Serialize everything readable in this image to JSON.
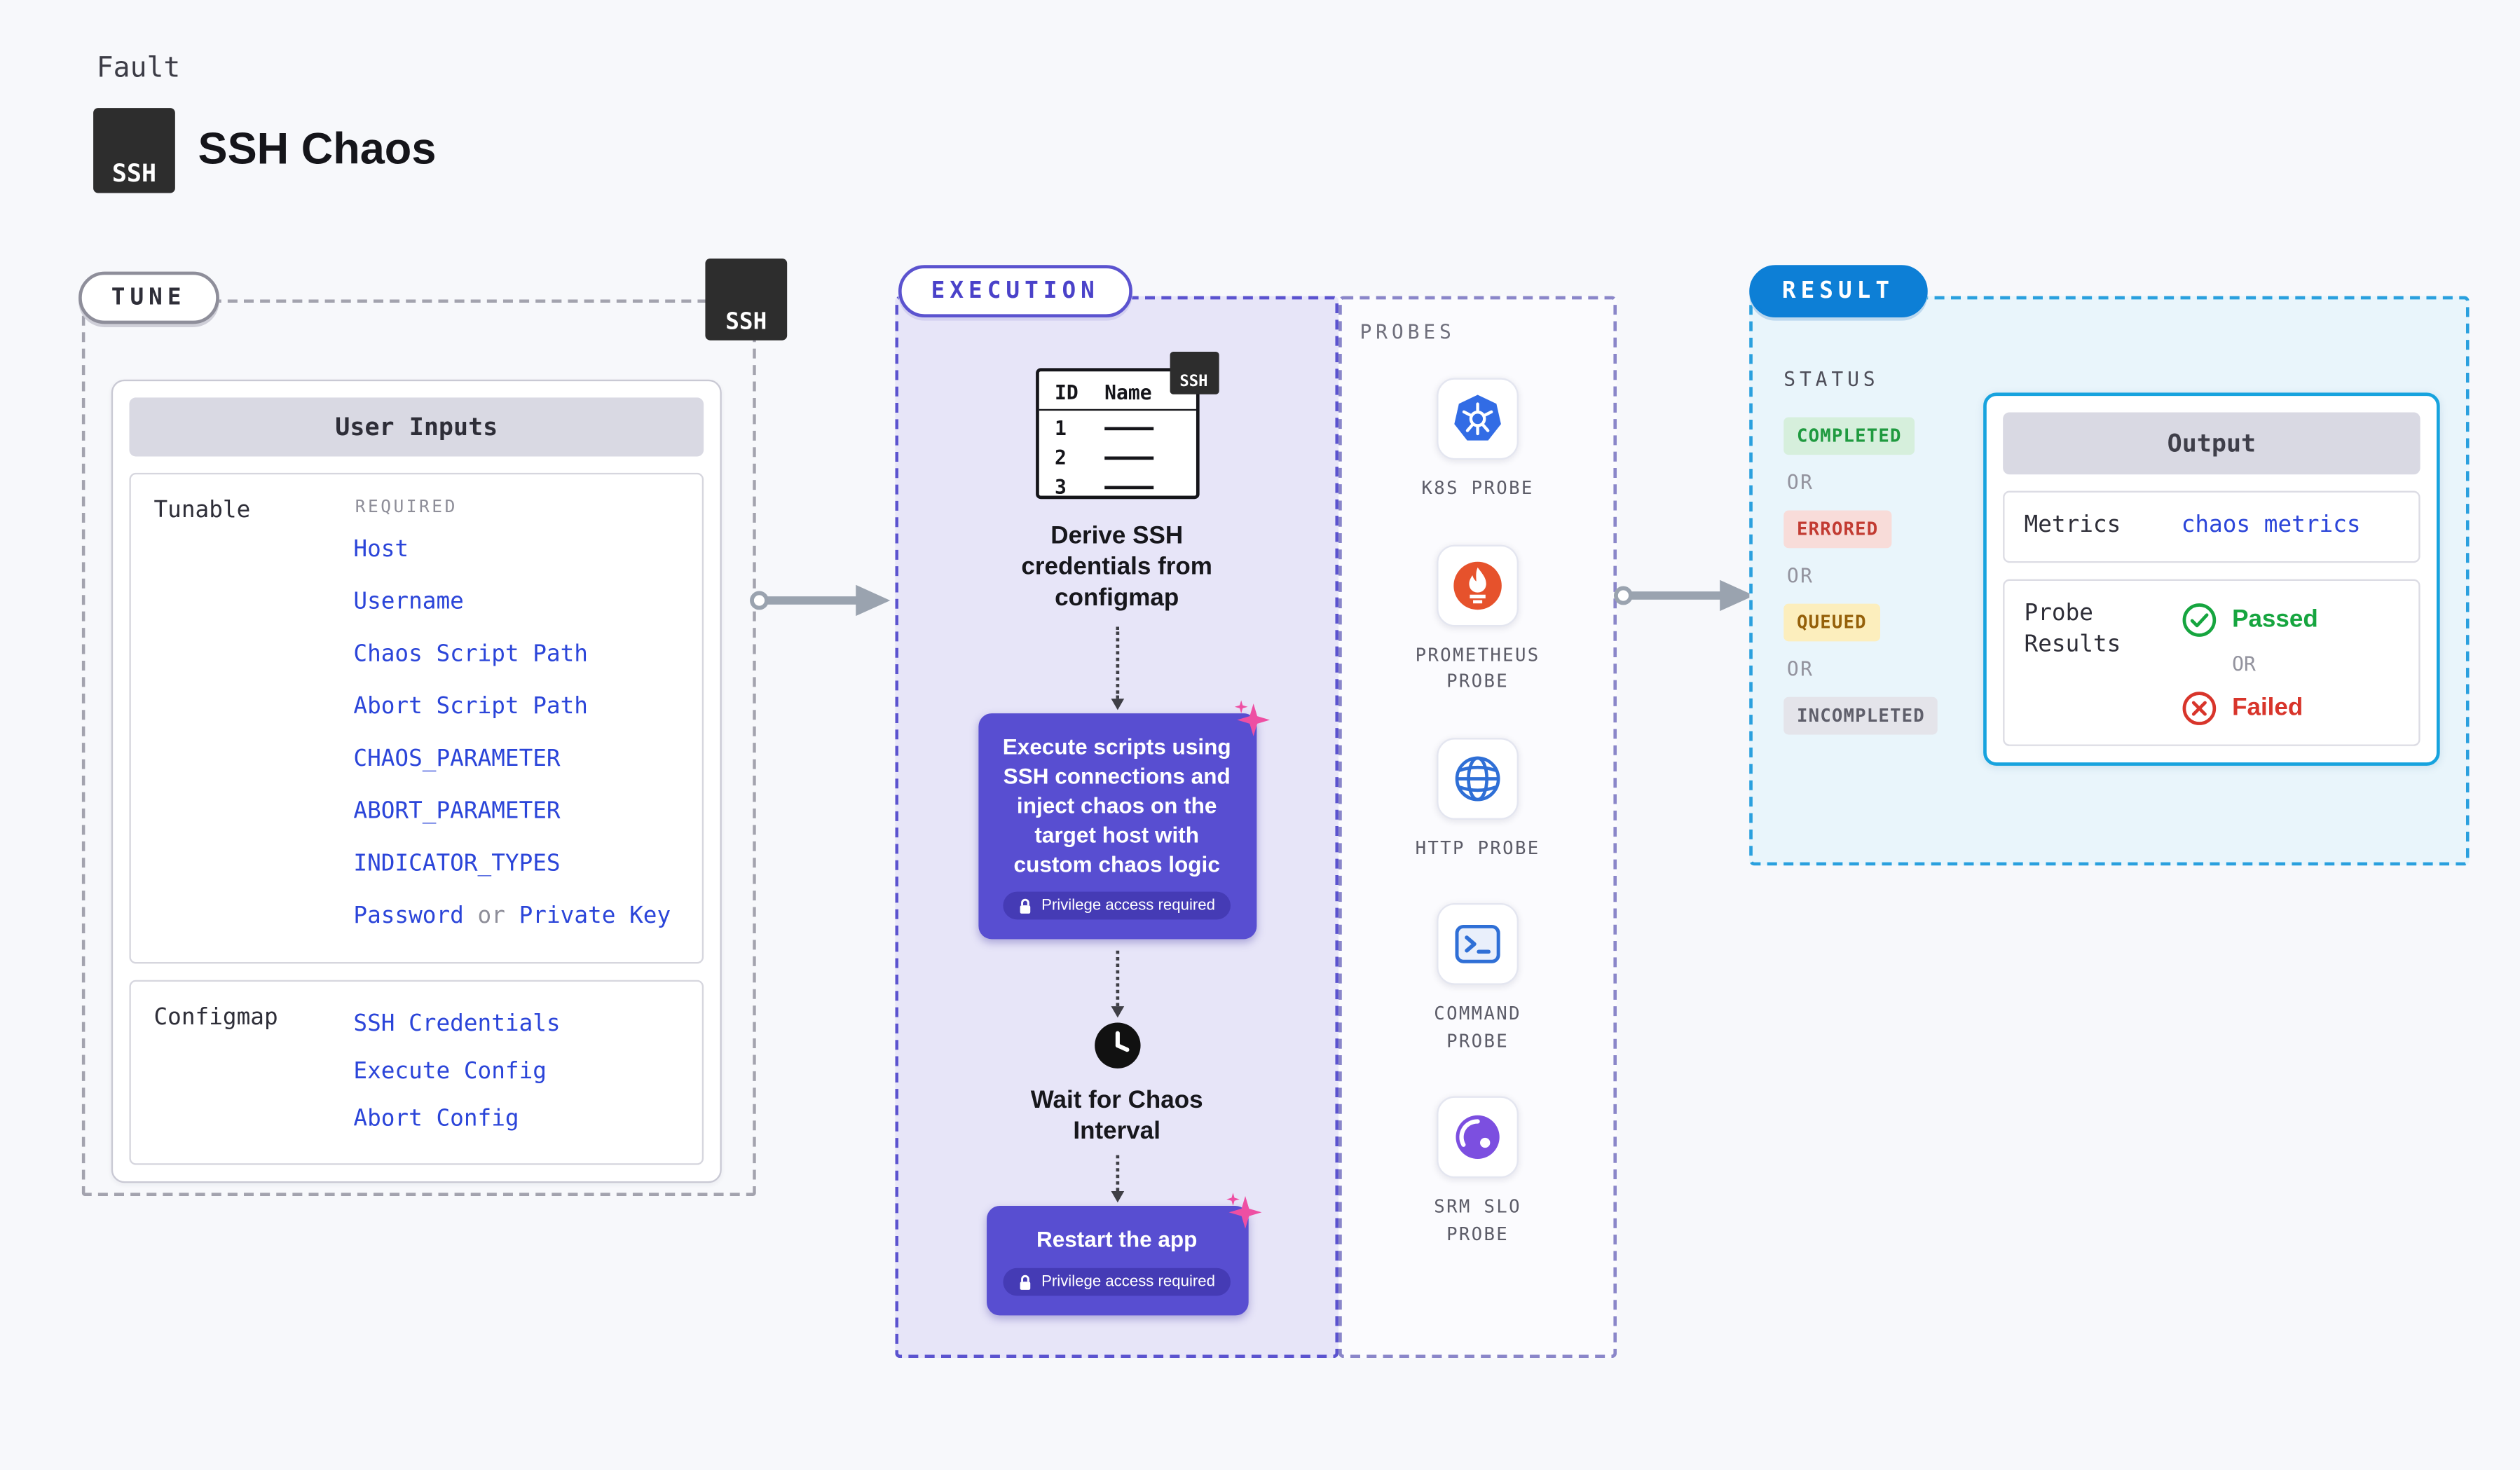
{
  "colors": {
    "accent_purple": "#584ed1",
    "link_blue": "#2b45d9",
    "result_blue": "#0d7fd6",
    "passed_green": "#16a53f",
    "failed_red": "#d8352b",
    "sparkle_pink": "#ee4fa3"
  },
  "header": {
    "eyebrow": "Fault",
    "title": "SSH Chaos",
    "ssh_badge": "SSH"
  },
  "tune": {
    "label": "TUNE",
    "ssh_badge": "SSH",
    "card_title": "User Inputs",
    "tunable": {
      "label": "Tunable",
      "required_label": "REQUIRED",
      "items": [
        "Host",
        "Username",
        "Chaos Script Path",
        "Abort Script Path",
        "CHAOS_PARAMETER",
        "ABORT_PARAMETER",
        "INDICATOR_TYPES"
      ],
      "password_row": {
        "first": "Password",
        "separator": "or",
        "second": "Private Key"
      }
    },
    "configmap": {
      "label": "Configmap",
      "items": [
        "SSH Credentials",
        "Execute Config",
        "Abort Config"
      ]
    }
  },
  "execution": {
    "label": "EXECUTION",
    "configmap_table": {
      "ssh_badge": "SSH",
      "columns": [
        "ID",
        "Name"
      ],
      "rows": [
        "1",
        "2",
        "3"
      ]
    },
    "step1": "Derive SSH credentials from configmap",
    "step2": {
      "text": "Execute scripts using SSH connections and inject chaos on the target host with custom chaos logic",
      "badge": "Privilege access required"
    },
    "step3": "Wait for Chaos Interval",
    "step4": {
      "text": "Restart the app",
      "badge": "Privilege access required"
    }
  },
  "probes": {
    "label": "PROBES",
    "items": [
      {
        "name": "K8S PROBE",
        "icon": "kubernetes-icon"
      },
      {
        "name": "PROMETHEUS PROBE",
        "icon": "prometheus-icon"
      },
      {
        "name": "HTTP PROBE",
        "icon": "globe-icon"
      },
      {
        "name": "COMMAND PROBE",
        "icon": "terminal-icon"
      },
      {
        "name": "SRM SLO PROBE",
        "icon": "srm-slo-icon"
      }
    ]
  },
  "result": {
    "label": "RESULT",
    "status": {
      "label": "STATUS",
      "or_label": "OR",
      "badges": [
        {
          "text": "COMPLETED",
          "type": "completed"
        },
        {
          "text": "ERRORED",
          "type": "errored"
        },
        {
          "text": "QUEUED",
          "type": "queued"
        },
        {
          "text": "INCOMPLETED",
          "type": "incompleted"
        }
      ]
    },
    "output": {
      "title": "Output",
      "metrics_label": "Metrics",
      "metrics_value": "chaos metrics",
      "probe_results_label": "Probe Results",
      "passed": "Passed",
      "or_label": "OR",
      "failed": "Failed"
    }
  }
}
